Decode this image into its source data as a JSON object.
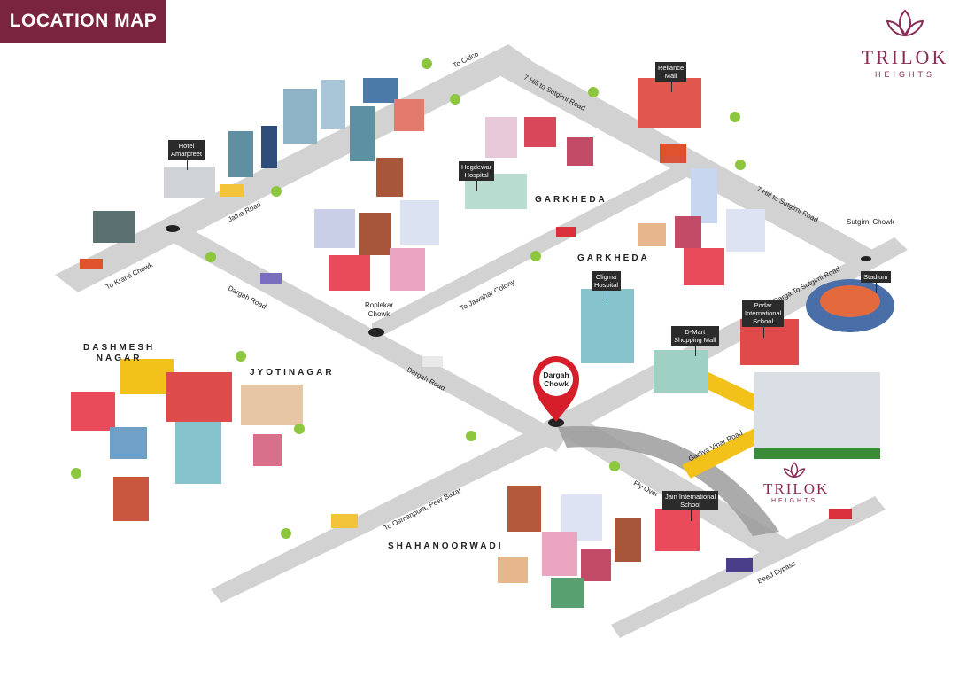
{
  "header": {
    "title": "LOCATION MAP"
  },
  "brand": {
    "name": "TRILOK",
    "subtitle": "HEIGHTS",
    "color": "#8a2b57"
  },
  "colors": {
    "header_bg": "#7a2440",
    "road": "#d2d2d2",
    "pin": "#d61e2a",
    "path": "#f2c21b"
  },
  "landmark_pin": {
    "label": "Dargah\nChowk"
  },
  "roads": [
    "To Cidco",
    "7 Hill to Sutgirni Road",
    "7 Hill to Sutgirni Road",
    "Jalna Road",
    "To Kranti Chowk",
    "Dargah Road",
    "To Jawahar Colony",
    "Darga To Sutgirni Road",
    "Dargah Road",
    "To Osmanpura, Peer Bazar",
    "Gadiya Vihar Road",
    "Fly Over",
    "Beed Bypass"
  ],
  "junctions": [
    "Roplekar\nChowk",
    "Sutgirni Chowk"
  ],
  "areas": [
    "GARKHEDA",
    "GARKHEDA",
    "DASHMESH\nNAGAR",
    "JYOTINAGAR",
    "SHAHANOORWADI"
  ],
  "callouts": [
    "Hotel\nAmarpreet",
    "Reliance\nMall",
    "Hegdewar\nHospital",
    "Cligma\nHospital",
    "Stadium",
    "Podar\nInternational\nSchool",
    "D-Mart\nShopping Mall",
    "Jain International\nSchool"
  ]
}
